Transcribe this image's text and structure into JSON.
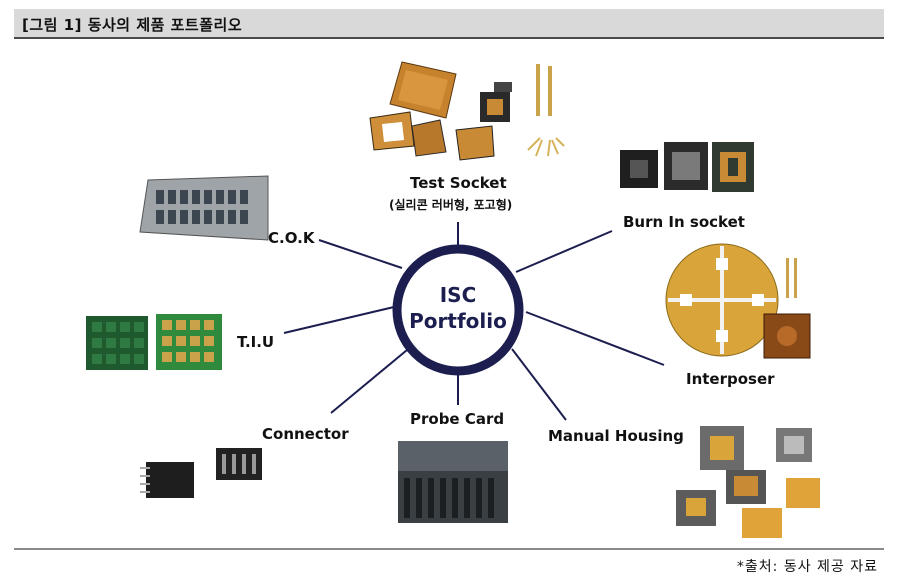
{
  "header": {
    "title": "[그림 1] 동사의 제품 포트폴리오"
  },
  "center": {
    "line1": "ISC",
    "line2": "Portfolio"
  },
  "products": {
    "test_socket": {
      "label": "Test Socket",
      "sublabel": "(실리콘 러버형, 포고형)"
    },
    "burn_in": {
      "label": "Burn In socket"
    },
    "interposer": {
      "label": "Interposer"
    },
    "manual_housing": {
      "label": "Manual Housing"
    },
    "probe_card": {
      "label": "Probe Card"
    },
    "connector": {
      "label": "Connector"
    },
    "tiu": {
      "label": "T.I.U"
    },
    "cok": {
      "label": "C.O.K"
    }
  },
  "footer": {
    "source": "*출처: 동사 제공 자료"
  },
  "colors": {
    "hub": "#1b1e4f",
    "spoke": "#1b1e4f",
    "header_bg": "#d9d9d9"
  }
}
